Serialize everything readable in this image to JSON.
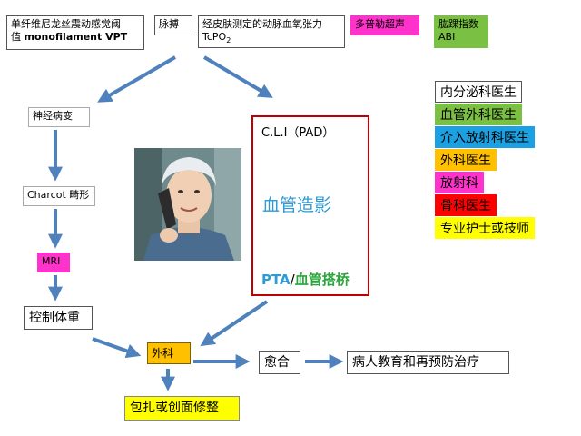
{
  "top_boxes": {
    "monofilament_line1": "单纤维尼龙丝震动感觉阈",
    "monofilament_line2_prefix": "值 ",
    "monofilament_line2_bold": "monofilament VPT",
    "pulse": "脉搏",
    "tcpo2_line1": "经皮肤测定的动脉血氧张力",
    "tcpo2_line2_main": "TcPO",
    "tcpo2_line2_sub": "2",
    "doppler": "多普勒超声",
    "abi_line1": "肱踝指数",
    "abi_line2": "ABI"
  },
  "left_flow": {
    "neuropathy": "神经病变",
    "charcot": "Charcot 畸形",
    "mri": "MRI",
    "weight_control": "控制体重"
  },
  "cli_box": {
    "title": "C.L.I（PAD）",
    "angiography": "血管造影",
    "pta": "PTA",
    "separator": "/",
    "bypass": "血管搭桥"
  },
  "bottom_flow": {
    "surgery": "外科",
    "healing": "愈合",
    "education": "病人教育和再预防治疗",
    "dressing": "包扎或创面修整"
  },
  "specialists": [
    {
      "label": "内分泌科医生",
      "bg": "#ffffff",
      "color": "#000000"
    },
    {
      "label": "血管外科医生",
      "bg": "#7ac143",
      "color": "#000000"
    },
    {
      "label": "介入放射科医生",
      "bg": "#1ba1e2",
      "color": "#000000"
    },
    {
      "label": "外科医生",
      "bg": "#ffc000",
      "color": "#000000"
    },
    {
      "label": "放射科",
      "bg": "#ff33cc",
      "color": "#000000"
    },
    {
      "label": "骨科医生",
      "bg": "#ff0000",
      "color": "#000000"
    },
    {
      "label": "专业护士或技师",
      "bg": "#ffff00",
      "color": "#000000"
    }
  ],
  "colors": {
    "arrow": "#4f81bd",
    "doppler_bg": "#ff33cc",
    "abi_bg": "#7ac143",
    "mri_bg": "#ff33cc",
    "surgery_bg": "#ffc000",
    "dressing_bg": "#ffff00",
    "cli_border": "#c00000"
  }
}
